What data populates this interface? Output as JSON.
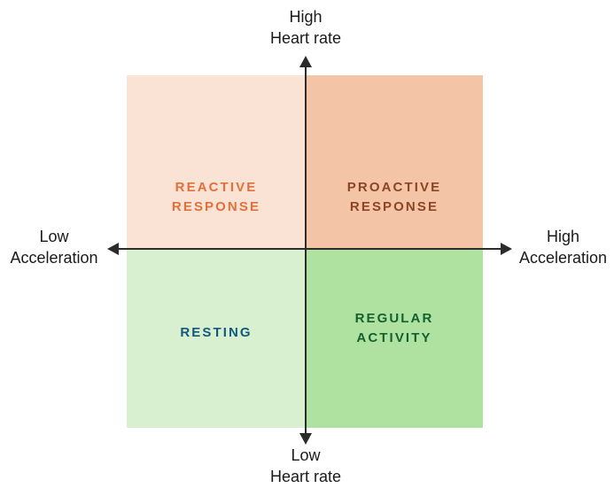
{
  "chart_data": {
    "type": "quadrant-matrix",
    "title": "",
    "xlabel": "Acceleration",
    "ylabel": "Heart rate",
    "axes": {
      "x": {
        "label": "Acceleration",
        "low_label": "Low\nAcceleration",
        "high_label": "High\nAcceleration",
        "direction": "bidirectional"
      },
      "y": {
        "label": "Heart rate",
        "low_label": "Low\nHeart rate",
        "high_label": "High\nHeart rate",
        "direction": "bidirectional"
      }
    },
    "grid": false,
    "legend": "none",
    "quadrants": [
      {
        "id": "reactive-response",
        "label": "REACTIVE\nRESPONSE",
        "x": "low",
        "y": "high",
        "position": "top-left",
        "fill": "#FAE2D5",
        "text_color": "#E2703A"
      },
      {
        "id": "proactive-response",
        "label": "PROACTIVE\nRESPONSE",
        "x": "high",
        "y": "high",
        "position": "top-right",
        "fill": "#F3C4A6",
        "text_color": "#8C4525"
      },
      {
        "id": "resting",
        "label": "RESTING",
        "x": "low",
        "y": "low",
        "position": "bottom-left",
        "fill": "#D9F0D0",
        "text_color": "#125A7C"
      },
      {
        "id": "regular-activity",
        "label": "REGULAR\nACTIVITY",
        "x": "high",
        "y": "low",
        "position": "bottom-right",
        "fill": "#AFE2A0",
        "text_color": "#14612E"
      }
    ]
  },
  "figure": {
    "axis_labels": {
      "top": "High\nHeart rate",
      "bottom": "Low\nHeart rate",
      "left": "Low\nAcceleration",
      "right": "High\nAcceleration"
    },
    "quadrant_labels": {
      "top_left": "REACTIVE\nRESPONSE",
      "top_right": "PROACTIVE\nRESPONSE",
      "bottom_left": "RESTING",
      "bottom_right": "REGULAR\nACTIVITY"
    },
    "colors": {
      "top_left_fill": "#FAE2D5",
      "top_right_fill": "#F3C4A6",
      "bottom_left_fill": "#D9F0D0",
      "bottom_right_fill": "#AFE2A0",
      "reactive_text": "#E2703A",
      "proactive_text": "#8C4525",
      "resting_text": "#125A7C",
      "regular_text": "#14612E",
      "axis_stroke": "#2b2b2b",
      "background": "#ffffff"
    }
  }
}
